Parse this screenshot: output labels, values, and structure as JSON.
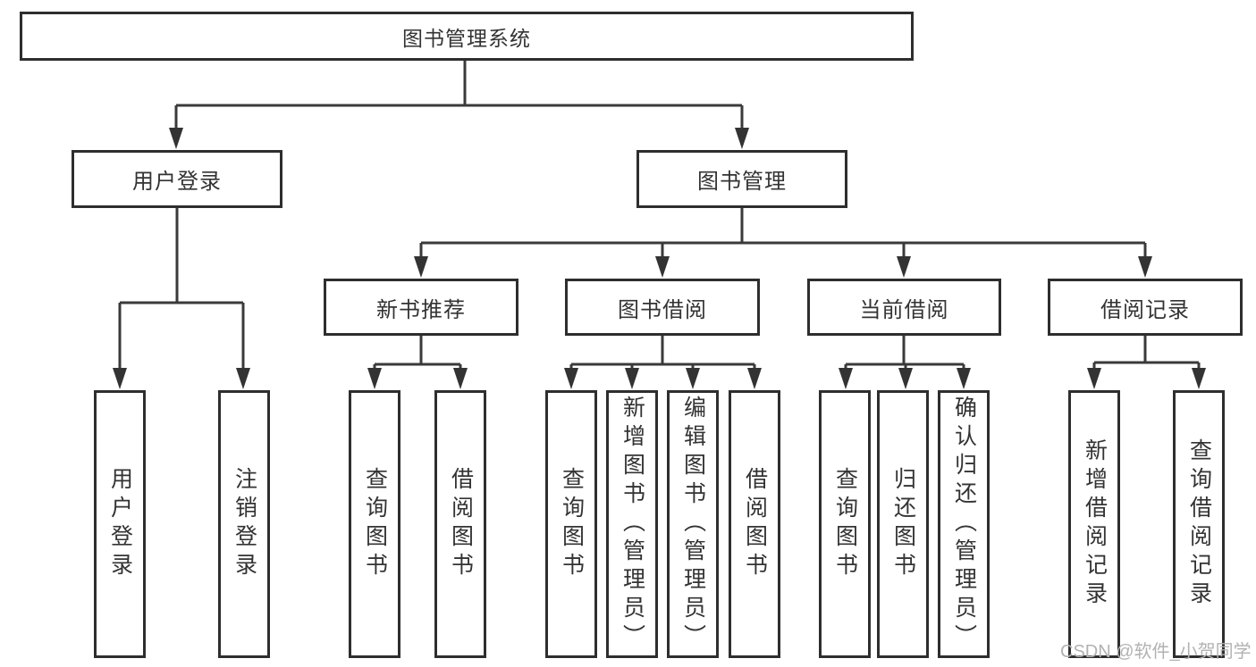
{
  "tree": {
    "label": "图书管理系统",
    "children": [
      {
        "label": "用户登录",
        "children": [
          {
            "label": "用户登录"
          },
          {
            "label": "注销登录"
          }
        ]
      },
      {
        "label": "图书管理",
        "children": [
          {
            "label": "新书推荐",
            "children": [
              {
                "label": "查询图书"
              },
              {
                "label": "借阅图书"
              }
            ]
          },
          {
            "label": "图书借阅",
            "children": [
              {
                "label": "查询图书"
              },
              {
                "label": "新增图书（管理员）"
              },
              {
                "label": "编辑图书（管理员）"
              },
              {
                "label": "借阅图书"
              }
            ]
          },
          {
            "label": "当前借阅",
            "children": [
              {
                "label": "查询图书"
              },
              {
                "label": "归还图书"
              },
              {
                "label": "确认归还（管理员）"
              }
            ]
          },
          {
            "label": "借阅记录",
            "children": [
              {
                "label": "新增借阅记录"
              },
              {
                "label": "查询借阅记录"
              }
            ]
          }
        ]
      }
    ]
  },
  "watermark": "CSDN @软件_小贺同学",
  "colors": {
    "line": "#3a3a3a",
    "box_border": "#2e2e2e",
    "text": "#333333",
    "background": "#ffffff",
    "watermark": "#b2b2b2"
  }
}
